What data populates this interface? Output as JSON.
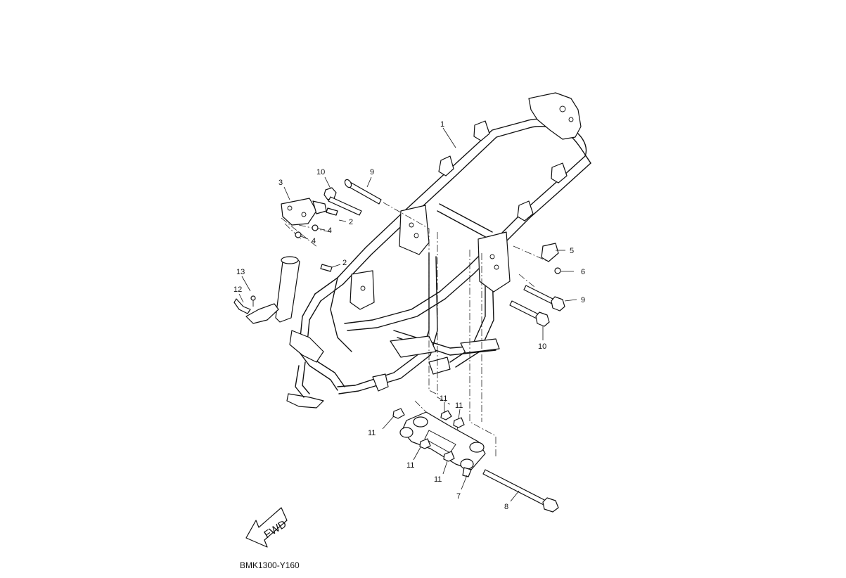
{
  "diagram": {
    "code": "BMK1300-Y160",
    "fwd_label": "FWD",
    "callouts": {
      "c1": "1",
      "c2a": "2",
      "c2b": "2",
      "c3": "3",
      "c4a": "4",
      "c4b": "4",
      "c5": "5",
      "c6": "6",
      "c7": "7",
      "c8": "8",
      "c9a": "9",
      "c9b": "9",
      "c10a": "10",
      "c10b": "10",
      "c11a": "11",
      "c11b": "11",
      "c11c": "11",
      "c11d": "11",
      "c11e": "11",
      "c12": "12",
      "c13": "13"
    }
  }
}
